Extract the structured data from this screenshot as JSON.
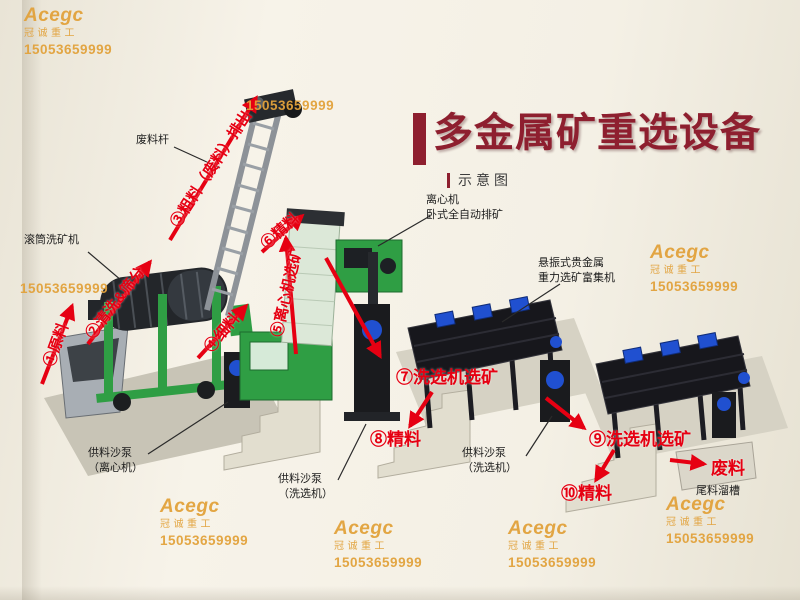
{
  "page": {
    "title": "多金属矿重选设备",
    "subtitle": "示意图"
  },
  "brand": {
    "logo": "Acegc",
    "company": "冠诚重工",
    "phone": "15053659999"
  },
  "flow_labels": [
    {
      "text": "①原料"
    },
    {
      "text": "②清洗&筛分"
    },
    {
      "text": "③粗料（废料）排出"
    },
    {
      "text": "④细料"
    },
    {
      "text": "⑤离心机选矿"
    },
    {
      "text": "⑥精料"
    },
    {
      "text": "⑦洗选机选矿"
    },
    {
      "text": "⑧精料"
    },
    {
      "text": "⑨洗选机选矿"
    },
    {
      "text": "⑩精料"
    },
    {
      "text": "废料"
    }
  ],
  "equipment_labels": [
    {
      "line1": "废料杆"
    },
    {
      "line1": "滚筒洗矿机"
    },
    {
      "line1": "离心机",
      "line2": "卧式全自动排矿"
    },
    {
      "line1": "悬振式贵金属",
      "line2": "重力选矿富集机"
    },
    {
      "line1": "供料沙泵",
      "line2": "（离心机）"
    },
    {
      "line1": "供料沙泵",
      "line2": "（洗选机）"
    },
    {
      "line1": "供料沙泵",
      "line2": "（洗选机）"
    },
    {
      "line1": "尾料溜槽"
    }
  ],
  "colors": {
    "background": "#f3efe4",
    "title_maroon": "#8e1f2f",
    "flow_red": "#e60012",
    "watermark_orange": "#e2a23b",
    "machine_green": "#2f9e44",
    "machine_dark": "#17171c",
    "pump_blue": "#2050d0",
    "concrete": "#e2decf"
  }
}
